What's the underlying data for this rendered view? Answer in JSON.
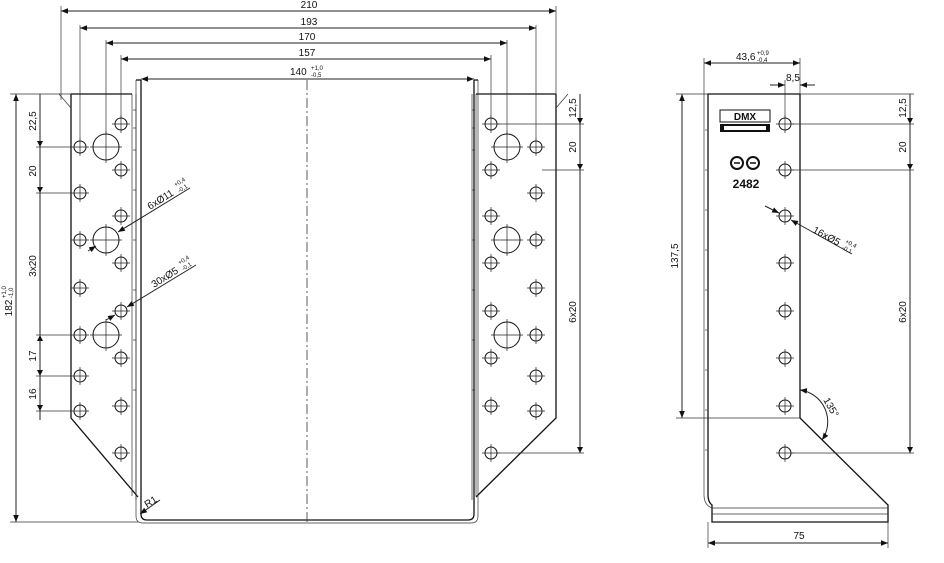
{
  "front_view": {
    "dims": {
      "w210": "210",
      "w193": "193",
      "w170": "170",
      "w157": "157",
      "w140": "140",
      "w140_tol_upper": "+1,0",
      "w140_tol_lower": "-0,5",
      "h182": "182",
      "h182_tol_upper": "+1,0",
      "h182_tol_lower": "-1,0",
      "v22_5": "22,5",
      "v20": "20",
      "v3x20": "3x20",
      "v17": "17",
      "v16": "16",
      "r12_5": "12,5",
      "r20": "20",
      "r6x20": "6x20",
      "radius": "R1"
    },
    "notes": {
      "big_holes": "6xØ11",
      "big_holes_tol_upper": "+0,4",
      "big_holes_tol_lower": "-0,1",
      "small_holes": "30xØ5",
      "small_holes_tol_upper": "+0,4",
      "small_holes_tol_lower": "-0,1"
    }
  },
  "side_view": {
    "dims": {
      "w43_6": "43,6",
      "w43_6_tol_upper": "+0,9",
      "w43_6_tol_lower": "-0,4",
      "w8_5": "8,5",
      "h137_5": "137,5",
      "r12_5": "12,5",
      "r20": "20",
      "r6x20": "6x20",
      "w75": "75",
      "angle": "135°"
    },
    "notes": {
      "holes": "16xØ5",
      "holes_tol_upper": "+0,4",
      "holes_tol_lower": "-0,1"
    },
    "logo_text": "DMX",
    "stamp_code": "2482"
  },
  "colors": {
    "line": "#111111",
    "background": "#ffffff"
  }
}
